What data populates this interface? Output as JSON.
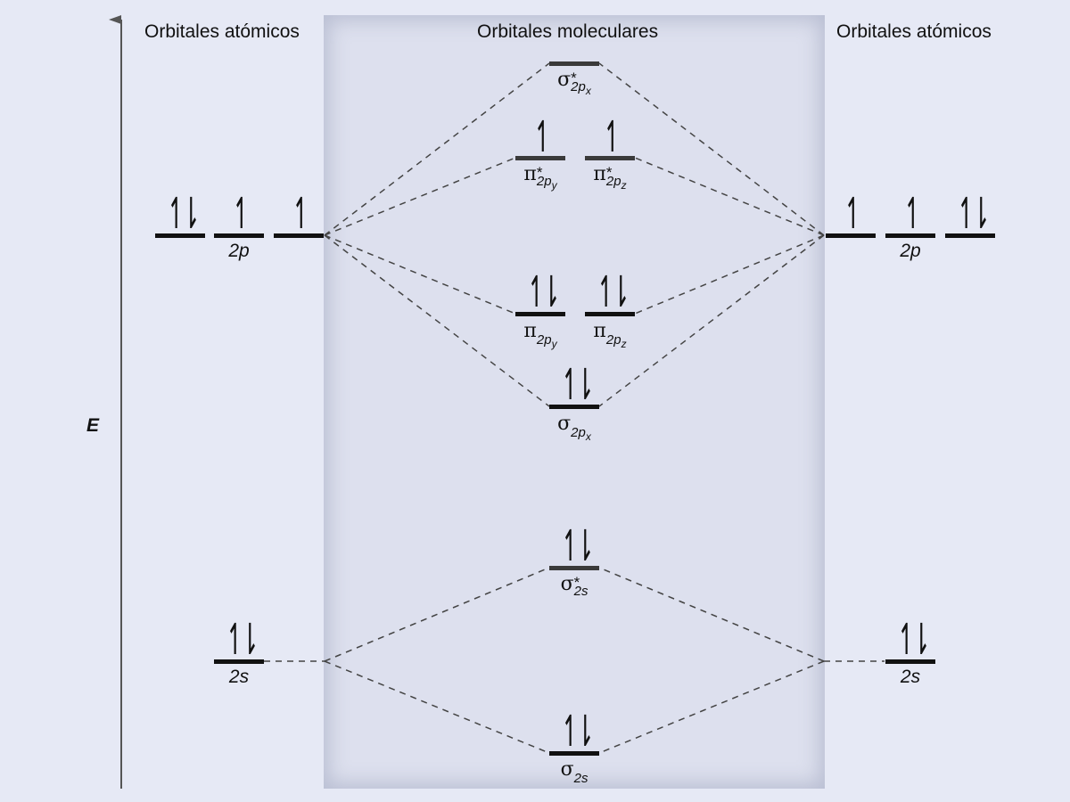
{
  "headers": {
    "left": "Orbitales atómicos",
    "middle": "Orbitales moleculares",
    "right": "Orbitales atómicos"
  },
  "axis": {
    "label": "E"
  },
  "arrows": {
    "up": "↿",
    "pair": "↿⇂"
  },
  "labels": {
    "left_2p": "2p",
    "left_2s": "2s",
    "right_2p": "2p",
    "right_2s": "2s",
    "sigma": "σ",
    "pi": "π",
    "star": "*",
    "two": "2",
    "p": "p",
    "s": "s",
    "x": "x",
    "y": "y",
    "z": "z"
  },
  "occupancy": {
    "left_2p": [
      "pair",
      "up",
      "up"
    ],
    "right_2p": [
      "up",
      "up",
      "pair"
    ],
    "left_2s": "pair",
    "right_2s": "pair",
    "sigma_2px_star": "empty",
    "pi_2py_star": "up",
    "pi_2pz_star": "up",
    "pi_2py": "pair",
    "pi_2pz": "pair",
    "sigma_2px": "pair",
    "sigma_2s_star": "pair",
    "sigma_2s": "pair"
  }
}
